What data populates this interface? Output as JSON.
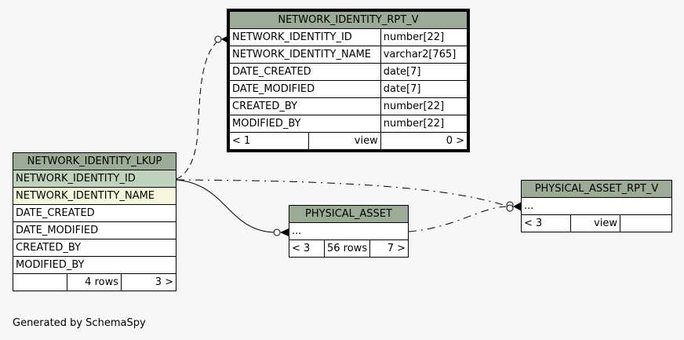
{
  "tables": {
    "rpt_v": {
      "name": "NETWORK_IDENTITY_RPT_V",
      "columns": [
        {
          "name": "NETWORK_IDENTITY_ID",
          "type": "number[22]"
        },
        {
          "name": "NETWORK_IDENTITY_NAME",
          "type": "varchar2[765]"
        },
        {
          "name": "DATE_CREATED",
          "type": "date[7]"
        },
        {
          "name": "DATE_MODIFIED",
          "type": "date[7]"
        },
        {
          "name": "CREATED_BY",
          "type": "number[22]"
        },
        {
          "name": "MODIFIED_BY",
          "type": "number[22]"
        }
      ],
      "footer": {
        "parents": "< 1",
        "kind": "view",
        "children": "0 >"
      }
    },
    "lkup": {
      "name": "NETWORK_IDENTITY_LKUP",
      "columns": [
        "NETWORK_IDENTITY_ID",
        "NETWORK_IDENTITY_NAME",
        "DATE_CREATED",
        "DATE_MODIFIED",
        "CREATED_BY",
        "MODIFIED_BY"
      ],
      "footer": {
        "parents": "",
        "rows": "4 rows",
        "children": "3 >"
      }
    },
    "physical_asset": {
      "name": "PHYSICAL_ASSET",
      "columns": [
        "..."
      ],
      "footer": {
        "parents": "< 3",
        "rows": "56 rows",
        "children": "7 >"
      }
    },
    "physical_asset_rpt_v": {
      "name": "PHYSICAL_ASSET_RPT_V",
      "columns": [
        "..."
      ],
      "footer": {
        "parents": "< 3",
        "kind": "view",
        "children": ""
      }
    }
  },
  "footer_text": "Generated by SchemaSpy"
}
